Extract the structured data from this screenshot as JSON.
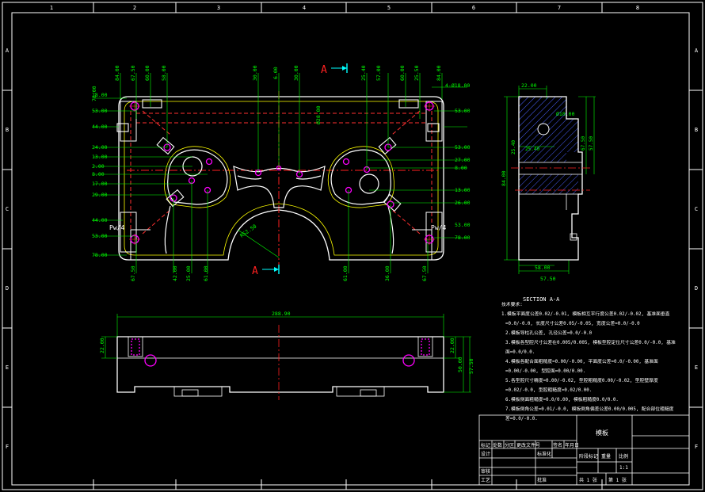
{
  "colors": {
    "background": "#000000",
    "outline": "#ffffff",
    "dimension": "#00ff00",
    "centerline": "#ff3030",
    "hole": "#ff00ff",
    "section_label": "#ff2020",
    "hatch": "#4a60ff",
    "yellow": "#ffff00",
    "cyan": "#00ffff"
  },
  "border": {
    "column_numbers": [
      "1",
      "2",
      "3",
      "4",
      "5",
      "6",
      "7",
      "8"
    ],
    "row_letters": [
      "A",
      "B",
      "C",
      "D",
      "E",
      "F"
    ]
  },
  "plan_view": {
    "section_marker_top": "A",
    "section_marker_bottom": "A",
    "top_dims": [
      "84.00",
      "67.50",
      "60.00",
      "58.00",
      "30.00",
      "6.00",
      "30.00",
      "25.40",
      "57.00",
      "60.00",
      "25.50",
      "84.00"
    ],
    "bottom_dims": [
      "67.50",
      "42.00",
      "25.00",
      "61.00",
      "61.00",
      "36.00",
      "67.50"
    ],
    "left_dims": [
      "78.00",
      "53.00",
      "44.00",
      "24.00",
      "13.00",
      "2.00",
      "8.00",
      "17.00",
      "29.00",
      "44.00",
      "53.00",
      "78.00"
    ],
    "right_dims": [
      "4-Ø18.00",
      "53.00",
      "53.00",
      "27.00",
      "8.00",
      "13.00",
      "26.00",
      "53.00",
      "78.00"
    ],
    "callout_left": "Pw/4",
    "callout_right": "Pw/4",
    "radius_label": "R52.50",
    "center_dim": "Ø28.00"
  },
  "front_view": {
    "width_dim": "288.90",
    "height_dims": [
      "22.00",
      "50.00",
      "57.50"
    ],
    "left_dim": "22.00"
  },
  "section_view": {
    "title": "SECTION A-A",
    "top_dim": "22.00",
    "hole_dim": "Ø18.00",
    "side_dim": "84.00",
    "inner_dim": "25.40",
    "right_dims": [
      "67.50",
      "57.50"
    ],
    "bottom_dims": [
      "58.00",
      "57.50"
    ]
  },
  "notes": {
    "heading": "技术要求:",
    "lines": [
      "1.模板平面度公差0.02/-0.01, 模板相互平行度公差0.02/-0.02, 基准面垂直",
      "=0.0/-0.0, 长度尺寸公差0.05/-0.05, 宽度公差=0.0/-0.0",
      "2.模板导柱孔公差, 孔径公差=0.0/-0.0",
      "3.模板各型腔尺寸公差在0.005/0.005, 模板型腔定位尺寸公差0.0/-0.0, 基准",
      "面=0.0/0.0.",
      "4.模板各配合面粗糙度=0.00/-0.00, 平面度公差=0.0/-0.00, 基准面",
      "=0.00/-0.00, 型腔面=0.00/0.00.",
      "5.各型腔尺寸精度=0.00/-0.02, 型腔粗糙度0.00/-0.02, 型腔壁厚度",
      "=0.02/-0.0, 型腔粗糙度=0.02/0.00.",
      "6.模板侧面粗糙度=0.0/0.00, 模板粗糙度0.0/0.0.",
      "7.模板倒角公差=0.01/-0.0, 模板倒角偏差公差0.00/0.005, 配合部位粗糙度",
      "差=0.0/-0.0."
    ]
  },
  "title_block": {
    "part_name": "模板",
    "row1": [
      "标记",
      "处数",
      "分区",
      "更改文件号",
      "签名",
      "年月日"
    ],
    "row2": [
      "设计",
      "",
      "",
      "标准化",
      ""
    ],
    "row3": [
      "审核"
    ],
    "row4": [
      "工艺",
      "",
      "",
      "批准"
    ],
    "stage_labels": [
      "阶段标记",
      "重量",
      "比例"
    ],
    "scale": "1:1",
    "sheet_info": [
      "共 1 张",
      "第 1 张"
    ]
  }
}
